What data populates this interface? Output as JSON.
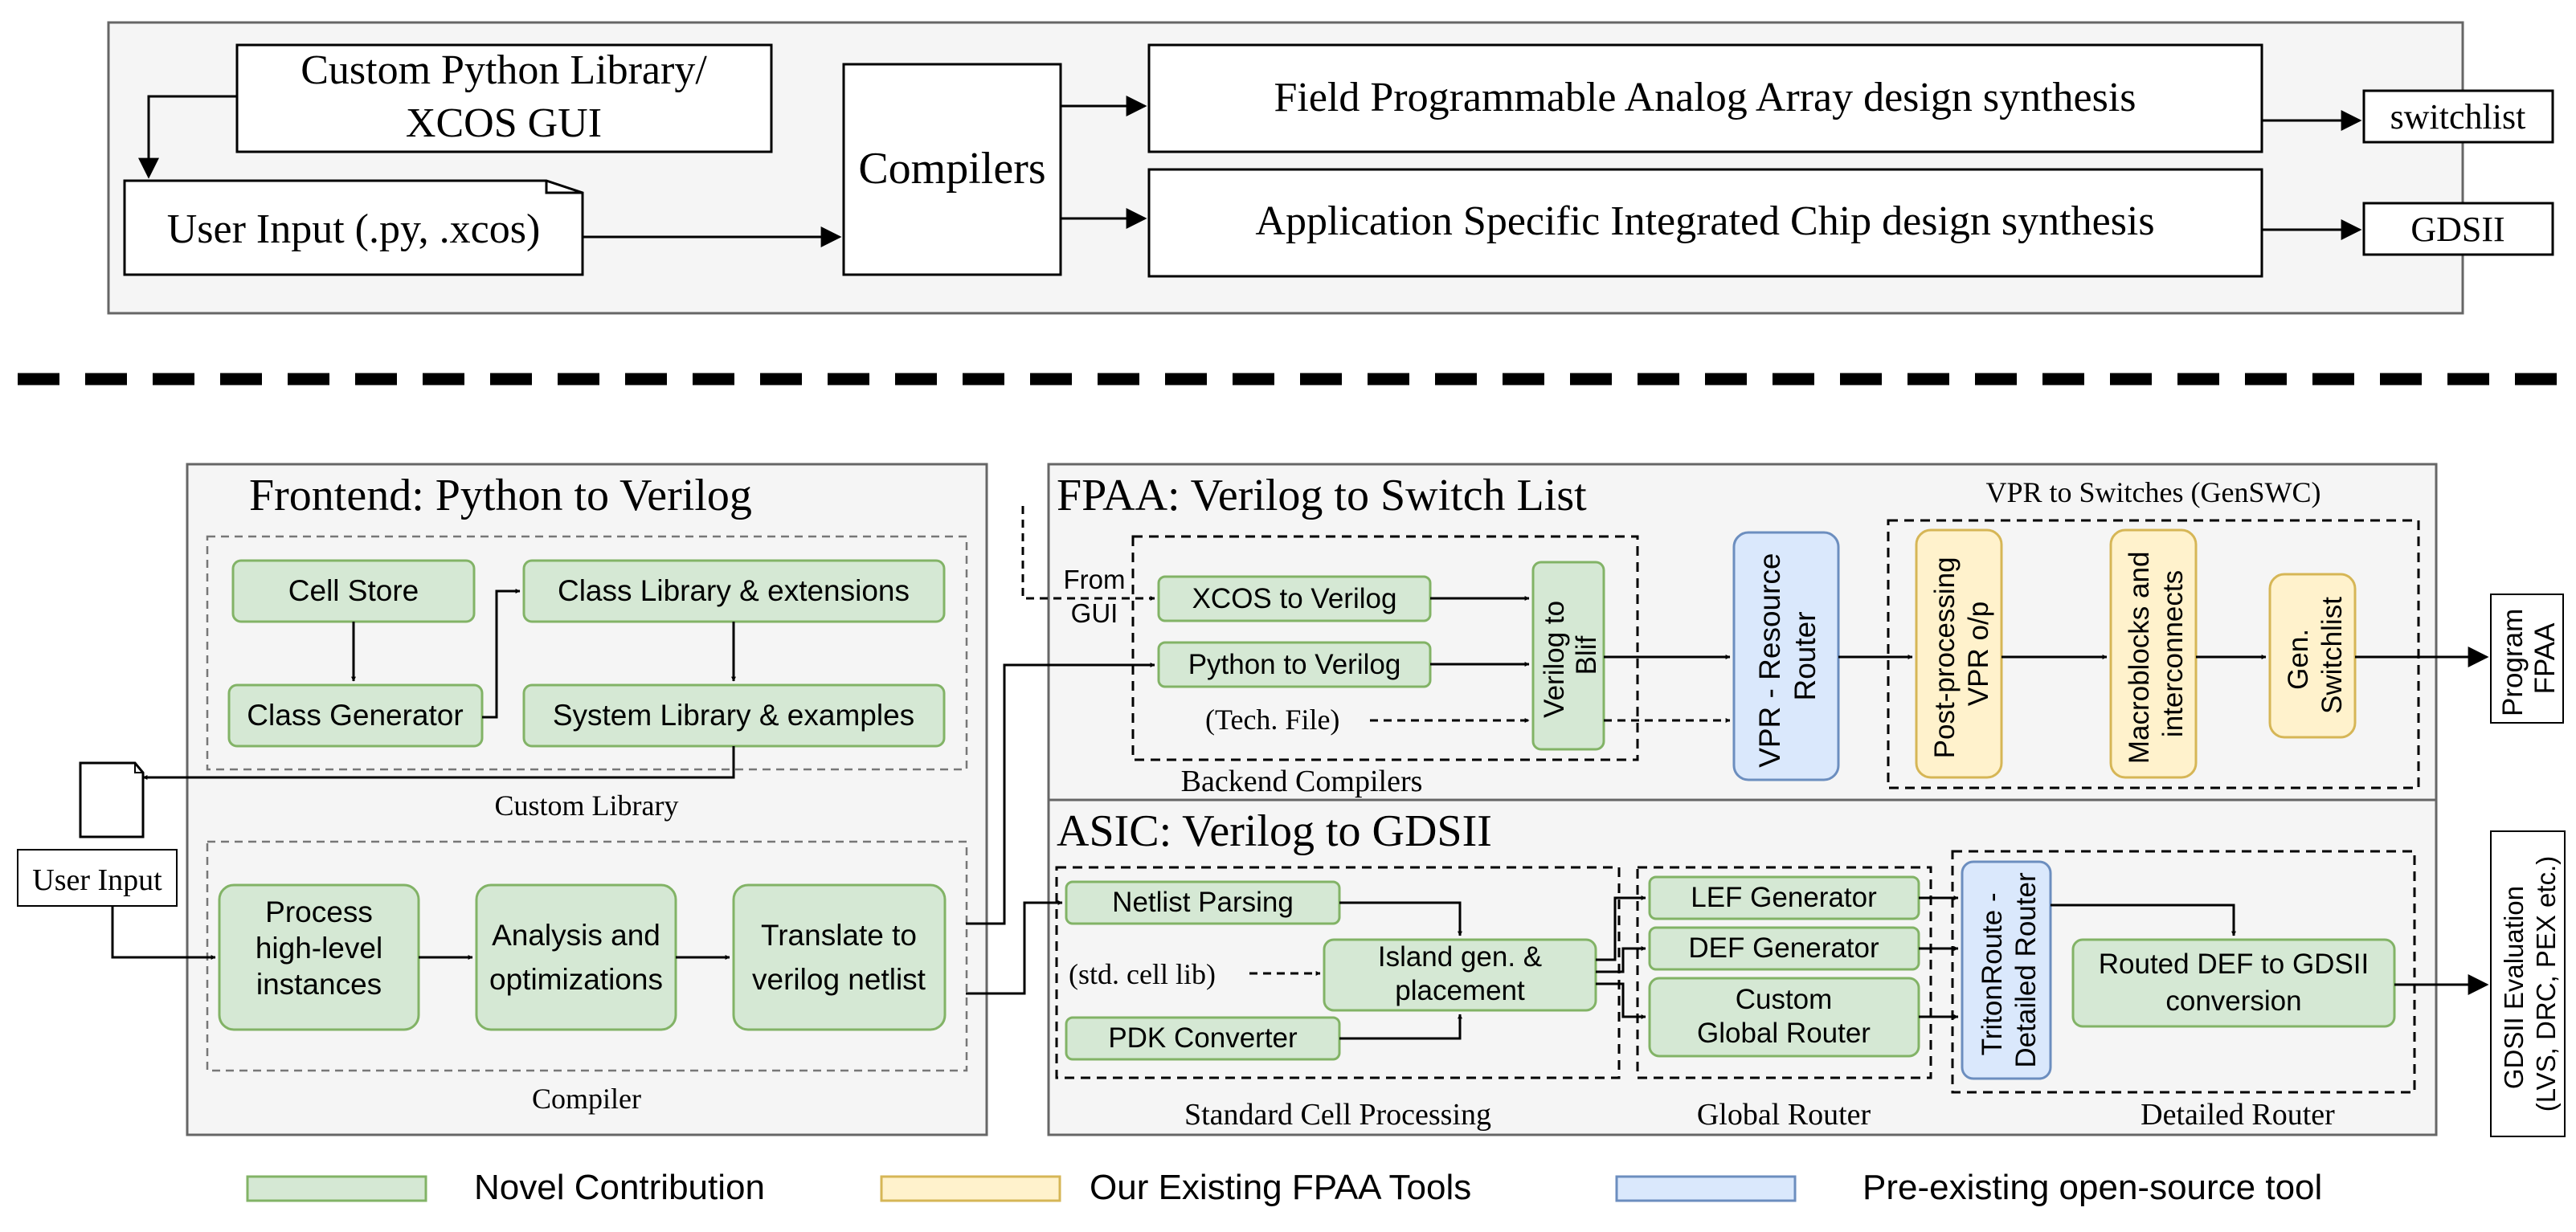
{
  "top": {
    "library_line1": "Custom Python Library/",
    "library_line2": "XCOS GUI",
    "user_input": "User Input (.py, .xcos)",
    "compilers": "Compilers",
    "fpaa_synthesis": "Field Programmable Analog Array design synthesis",
    "asic_synthesis": "Application Specific Integrated Chip design synthesis",
    "switchlist": "switchlist",
    "gdsii": "GDSII"
  },
  "frontend": {
    "title": "Frontend: Python to Verilog",
    "cell_store": "Cell Store",
    "class_generator": "Class Generator",
    "class_library": "Class Library & extensions",
    "system_library": "System Library & examples",
    "custom_library_label": "Custom Library",
    "process_line1": "Process",
    "process_line2": "high-level",
    "process_line3": "instances",
    "analysis_line1": "Analysis and",
    "analysis_line2": "optimizations",
    "translate_line1": "Translate to",
    "translate_line2": "verilog netlist",
    "compiler_label": "Compiler",
    "user_input": "User Input"
  },
  "fpaa": {
    "title": "FPAA: Verilog to Switch List",
    "from_line1": "From",
    "from_line2": "GUI",
    "xcos_to_verilog": "XCOS to Verilog",
    "python_to_verilog": "Python to Verilog",
    "tech_file": "(Tech. File)",
    "verilog_to_blif_line1": "Verilog to",
    "verilog_to_blif_line2": "Blif",
    "backend_label": "Backend Compilers",
    "vpr_line1": "VPR - Resource",
    "vpr_line2": "Router",
    "genswc_title": "VPR to Switches (GenSWC)",
    "postproc_line1": "Post-processing",
    "postproc_line2": "VPR o/p",
    "macro_line1": "Macroblocks and",
    "macro_line2": "interconnects",
    "genswitch_line1": "Gen.",
    "genswitch_line2": "Switchlist",
    "program_line1": "Program",
    "program_line2": "FPAA"
  },
  "asic": {
    "title": "ASIC: Verilog to GDSII",
    "netlist_parsing": "Netlist Parsing",
    "std_cell_lib": "(std. cell lib)",
    "pdk_converter": "PDK Converter",
    "island_line1": "Island gen. &",
    "island_line2": "placement",
    "std_cell_label": "Standard Cell Processing",
    "lef_generator": "LEF Generator",
    "def_generator": "DEF Generator",
    "custom_router_line1": "Custom",
    "custom_router_line2": "Global Router",
    "global_router_label": "Global Router",
    "triton_line1": "TritonRoute -",
    "triton_line2": "Detailed Router",
    "routed_line1": "Routed DEF to GDSII",
    "routed_line2": "conversion",
    "detailed_router_label": "Detailed Router",
    "gdsii_eval_line1": "GDSII Evaluation",
    "gdsii_eval_line2": "(LVS, DRC, PEX etc.)"
  },
  "legend": {
    "novel": "Novel Contribution",
    "existing": "Our Existing FPAA Tools",
    "preexisting": "Pre-existing open-source tool"
  },
  "colors": {
    "novel_fill": "#d5e8d4",
    "existing_fill": "#fff2cc",
    "preexisting_fill": "#dae8fc",
    "panel_fill": "#f5f5f5"
  }
}
